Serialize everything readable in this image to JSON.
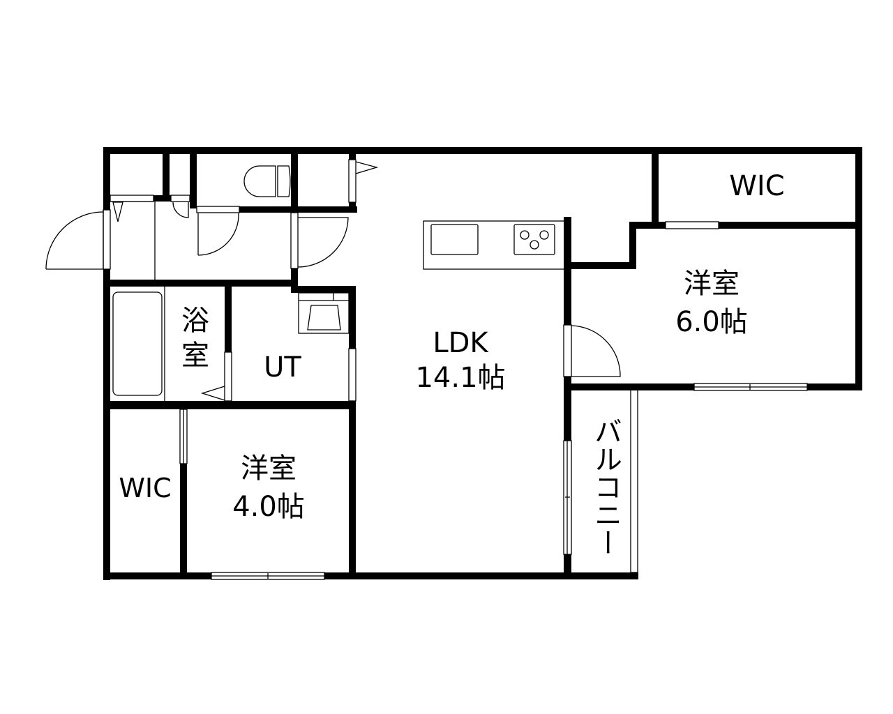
{
  "floor_plan": {
    "rooms": [
      {
        "id": "ldk",
        "name": "LDK",
        "area": "14.1帖"
      },
      {
        "id": "western-room-6",
        "name": "洋室",
        "area": "6.0帖"
      },
      {
        "id": "western-room-4",
        "name": "洋室",
        "area": "4.0帖"
      },
      {
        "id": "wic-upper",
        "name": "WIC"
      },
      {
        "id": "wic-lower",
        "name": "WIC"
      },
      {
        "id": "bathroom",
        "name": "浴室"
      },
      {
        "id": "utility",
        "name": "UT"
      },
      {
        "id": "balcony",
        "name": "バルコニー"
      }
    ],
    "fixtures": [
      "toilet-icon",
      "kitchen-sink-icon",
      "stove-icon",
      "bathtub-icon",
      "washbasin-icon"
    ],
    "colors": {
      "wall": "#000000",
      "background": "#ffffff",
      "line": "#000000"
    }
  }
}
